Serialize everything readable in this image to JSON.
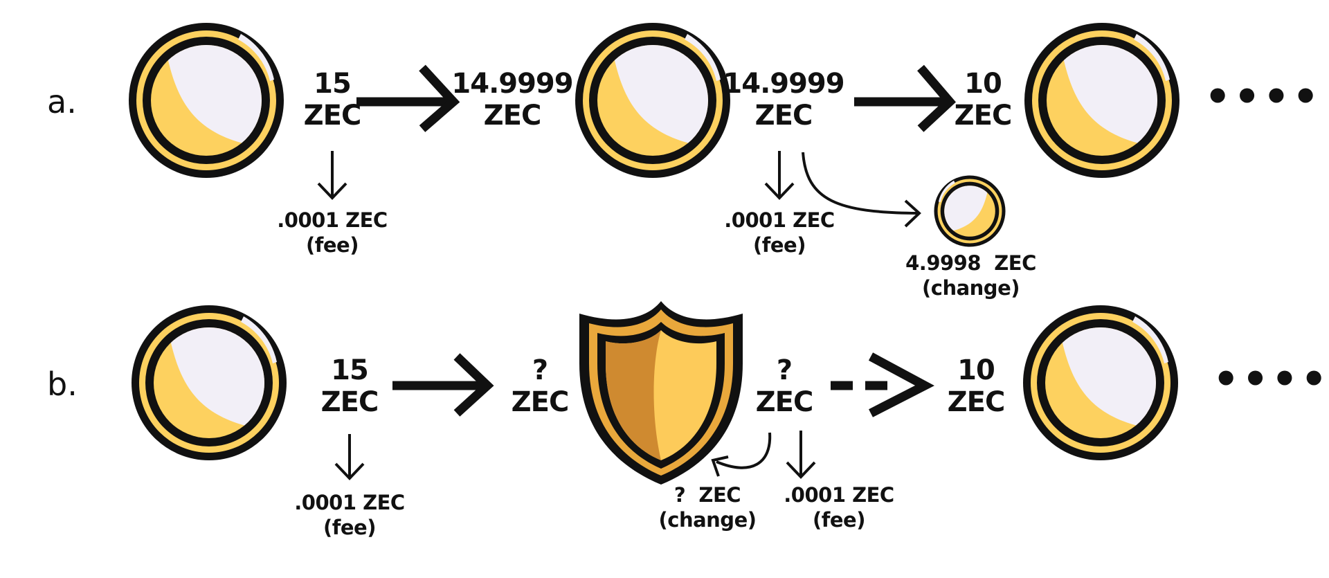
{
  "colors": {
    "coin_gold": "#FDD15F",
    "coin_face": "#F2EFF7",
    "outline": "#111111",
    "shield_dark": "#CF8A30",
    "shield_light": "#FDCB5A",
    "shield_rim": "#E9A83C"
  },
  "row_a": {
    "label": "a.",
    "input_amount": "15",
    "input_unit": "ZEC",
    "input_fee_amount": ".0001 ZEC",
    "input_fee_label": "(fee)",
    "received_amount": "14.9999",
    "received_unit": "ZEC",
    "sent_amount": "14.9999",
    "sent_unit": "ZEC",
    "sent_fee_amount": ".0001 ZEC",
    "sent_fee_label": "(fee)",
    "output_amount": "10",
    "output_unit": "ZEC",
    "change_amount": "4.9998  ZEC",
    "change_label": "(change)",
    "continuation": "••••"
  },
  "row_b": {
    "label": "b.",
    "input_amount": "15",
    "input_unit": "ZEC",
    "input_fee_amount": ".0001 ZEC",
    "input_fee_label": "(fee)",
    "shielded_in_amount": "?",
    "shielded_in_unit": "ZEC",
    "shielded_out_amount": "?",
    "shielded_out_unit": "ZEC",
    "change_amount": "?  ZEC",
    "change_label": "(change)",
    "out_fee_amount": ".0001 ZEC",
    "out_fee_label": "(fee)",
    "output_amount": "10",
    "output_unit": "ZEC",
    "continuation": "••••"
  }
}
